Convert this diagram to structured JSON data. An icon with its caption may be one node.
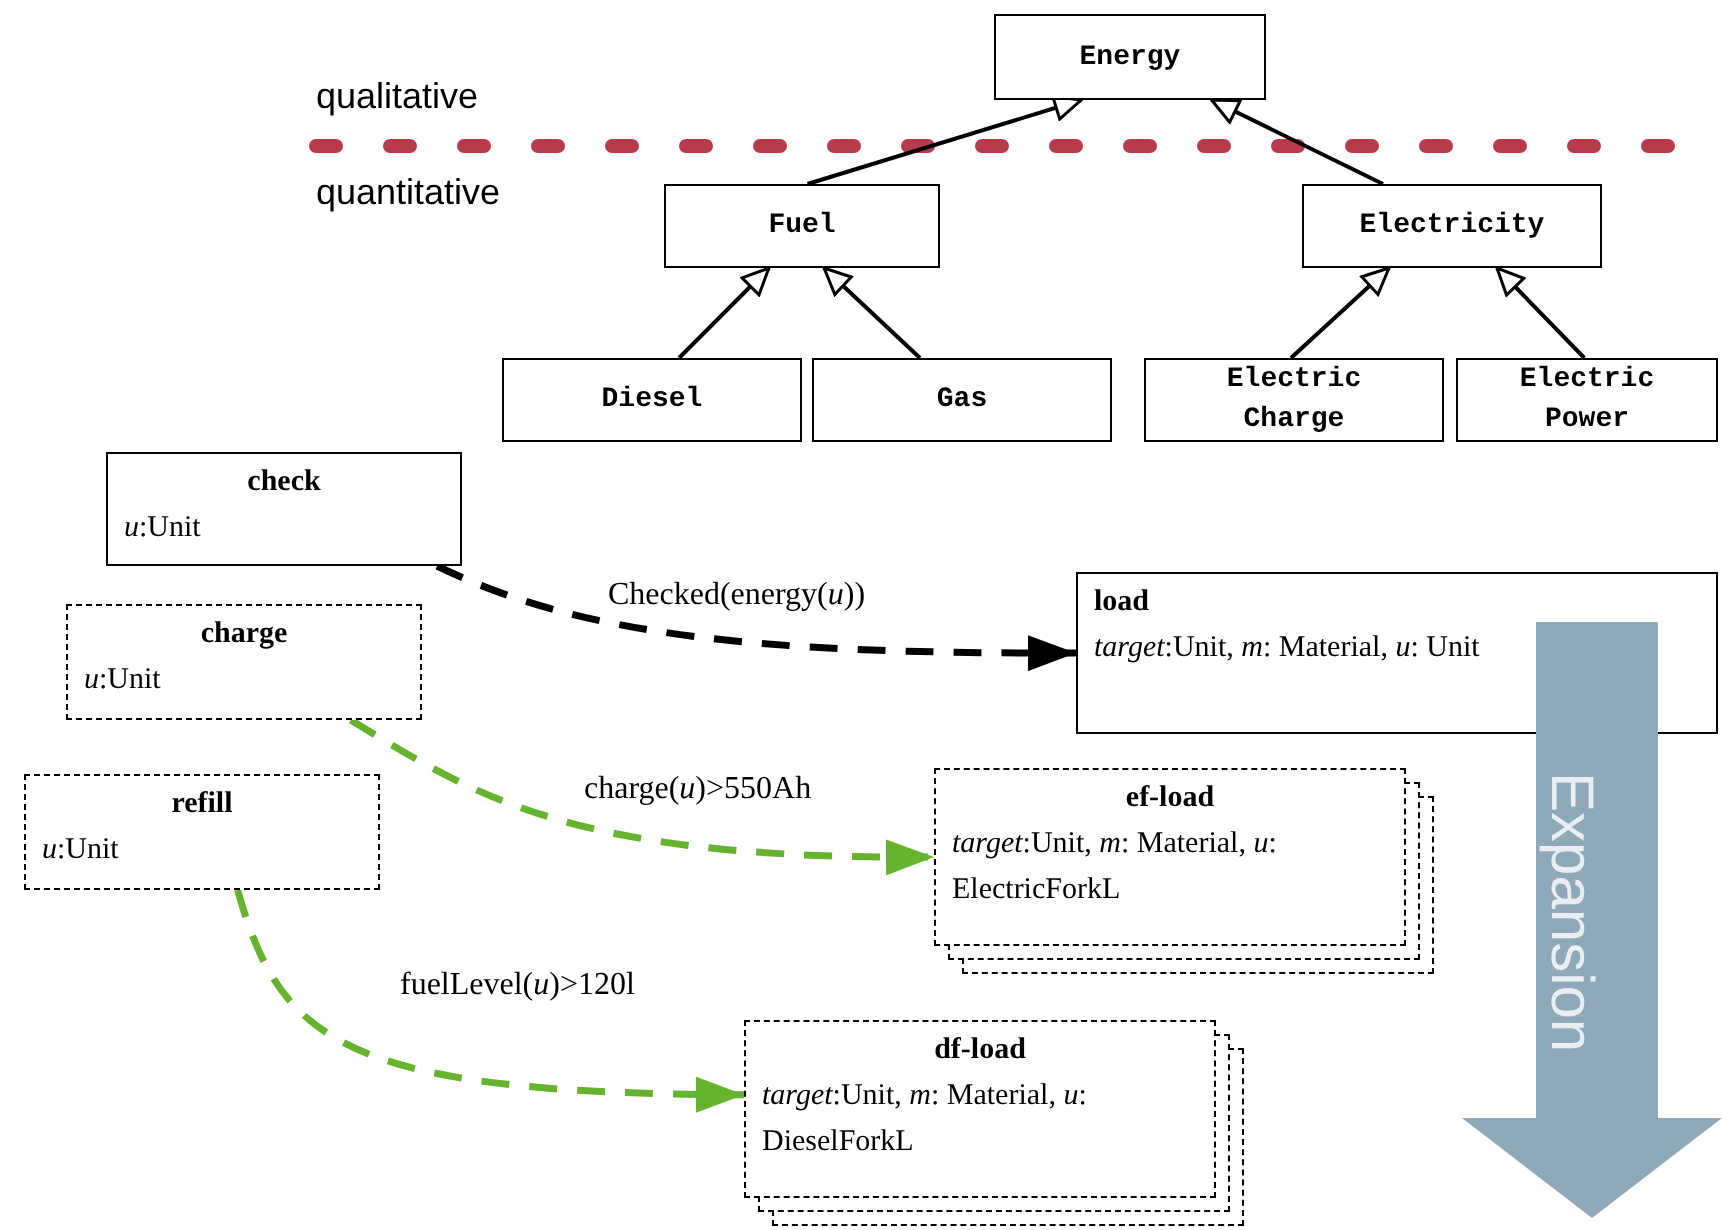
{
  "diagram": {
    "nodes": [
      {
        "text": [
          "Energy"
        ]
      },
      {
        "text": [
          "Fuel"
        ]
      },
      {
        "text": [
          "Electricity"
        ]
      },
      {
        "text": [
          "Diesel"
        ]
      },
      {
        "text": [
          "Gas"
        ]
      },
      {
        "text": [
          "Electric Charge"
        ]
      },
      {
        "text": [
          "Electric Power"
        ]
      },
      {
        "text": [
          "check",
          "*u*:Unit"
        ]
      },
      {
        "text": [
          "charge",
          "*u*:Unit"
        ]
      },
      {
        "text": [
          "refill",
          "*u*:Unit"
        ]
      },
      {
        "text": [
          "load",
          "*target*:Unit, *m*: Material, *u*: Unit"
        ]
      },
      {
        "text": [
          "ef-load",
          "*target*:Unit, *m*: Material, *u*: ElectricForkL"
        ]
      },
      {
        "text": [
          "df-load",
          "*target*:Unit, *m*: Material, *u*: DieselForkL"
        ]
      }
    ],
    "edges": [
      {
        "from": 1,
        "to": 0,
        "arrow": "to"
      },
      {
        "from": 2,
        "to": 0,
        "arrow": "to"
      },
      {
        "from": 3,
        "to": 1,
        "arrow": "to"
      },
      {
        "from": 4,
        "to": 1,
        "arrow": "to"
      },
      {
        "from": 5,
        "to": 2,
        "arrow": "to"
      },
      {
        "from": 6,
        "to": 2,
        "arrow": "to"
      },
      {
        "from": 7,
        "to": 10,
        "arrow": "to",
        "label": "Checked(energy(*u*))",
        "style": "dashed"
      },
      {
        "from": 8,
        "to": 11,
        "arrow": "to",
        "label": "charge(*u*)>550Ah",
        "style": "dashed",
        "color": "#66b32e"
      },
      {
        "from": 9,
        "to": 12,
        "arrow": "to",
        "label": "fuelLevel(*u*)>120l",
        "style": "dashed",
        "color": "#66b32e"
      }
    ],
    "labels": [
      "qualitative",
      "quantitative",
      "Expansion"
    ]
  }
}
